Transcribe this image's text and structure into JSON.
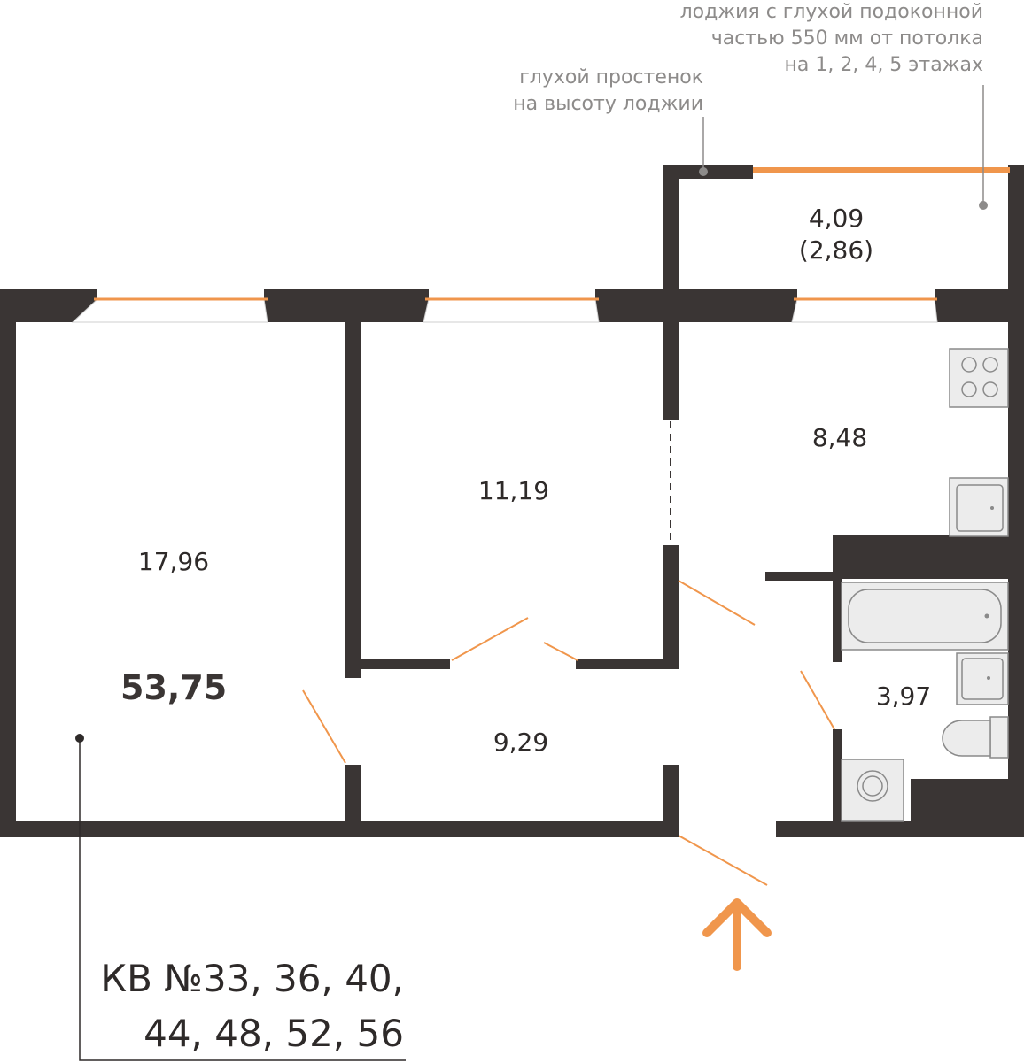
{
  "notes": {
    "loggia": [
      "лоджия с глухой подоконной",
      "частью 550 мм от потолка",
      "на 1, 2, 4, 5 этажах"
    ],
    "wall": [
      "глухой простенок",
      "на высоту лоджии"
    ]
  },
  "rooms": {
    "room1": "17,96",
    "room2": "11,19",
    "kitchen": "8,48",
    "hall": "9,29",
    "bathroom": "3,97",
    "loggia_area": "4,09",
    "loggia_reduced": "(2,86)"
  },
  "total_area": "53,75",
  "apartments": {
    "line1": "КВ №33, 36, 40,",
    "line2": "44, 48, 52, 56"
  },
  "colors": {
    "wall": "#3a3534",
    "accent": "#f0964c",
    "fixture_fill": "#ececec",
    "fixture_stroke": "#8a8a8a",
    "note_text": "#8d8b8a"
  }
}
